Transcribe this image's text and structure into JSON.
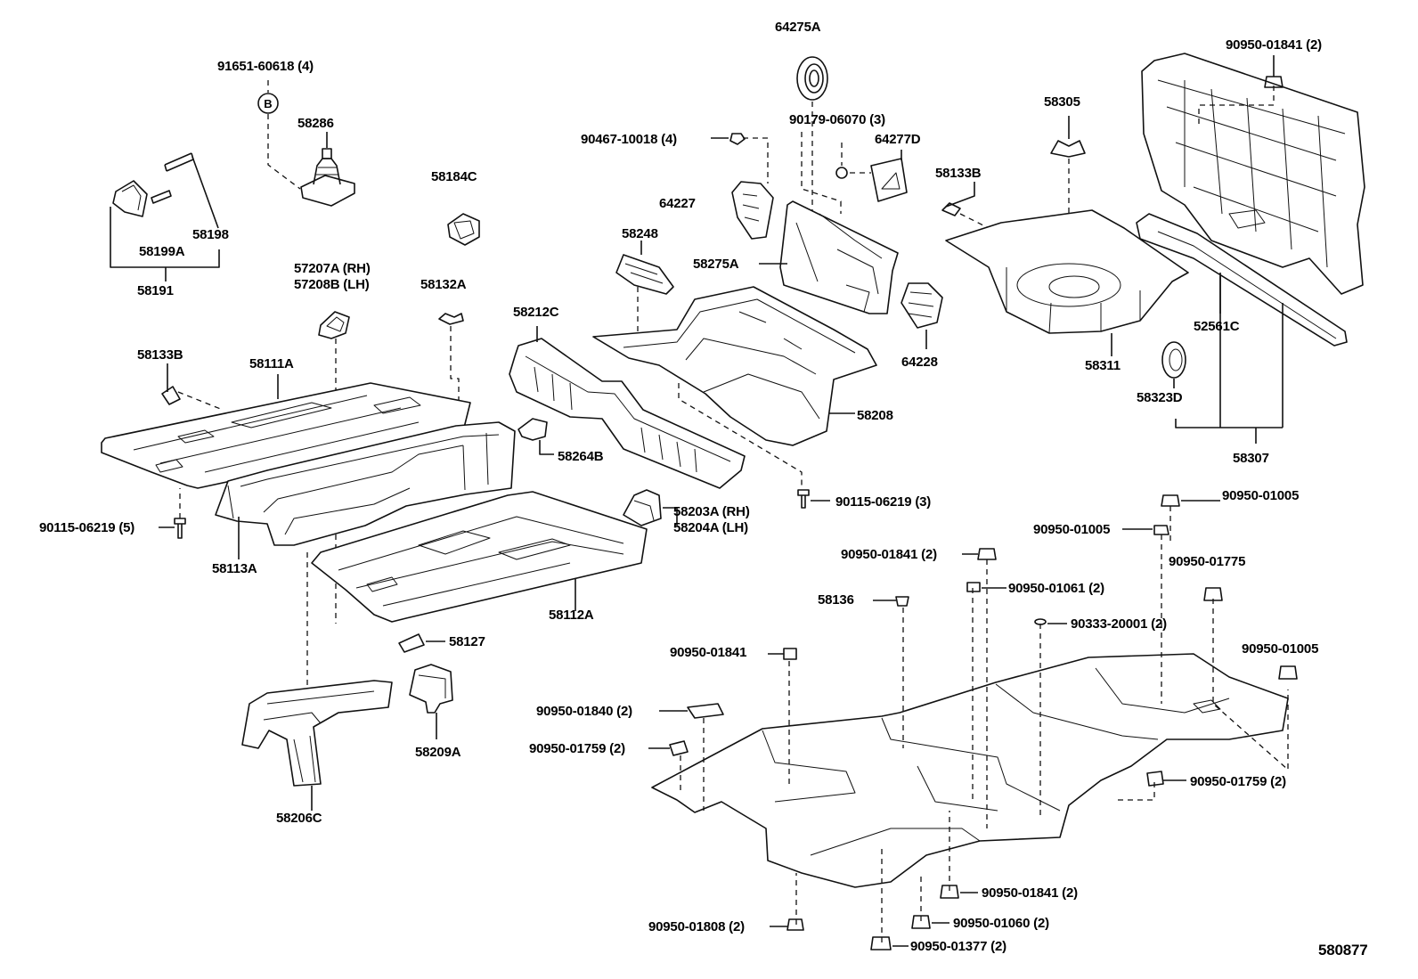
{
  "diagram": {
    "catalog_number": "580877",
    "callouts": [
      {
        "id": "c1",
        "text": "64275A"
      },
      {
        "id": "c2",
        "text": "90950-01841 (2)"
      },
      {
        "id": "c3",
        "text": "91651-60618 (4)"
      },
      {
        "id": "c4",
        "text": "58286"
      },
      {
        "id": "c5",
        "text": "58305"
      },
      {
        "id": "c6",
        "text": "90179-06070 (3)"
      },
      {
        "id": "c7",
        "text": "90467-10018 (4)"
      },
      {
        "id": "c8",
        "text": "64277D"
      },
      {
        "id": "c9",
        "text": "58184C"
      },
      {
        "id": "c10",
        "text": "58133B"
      },
      {
        "id": "c11",
        "text": "64227"
      },
      {
        "id": "c12",
        "text": "58198"
      },
      {
        "id": "c13",
        "text": "58199A"
      },
      {
        "id": "c14",
        "text": "58248"
      },
      {
        "id": "c15",
        "text": "58275A"
      },
      {
        "id": "c16",
        "text": "58191"
      },
      {
        "id": "c17",
        "text": "57207A (RH)"
      },
      {
        "id": "c18",
        "text": "57208B (LH)"
      },
      {
        "id": "c19",
        "text": "58132A"
      },
      {
        "id": "c20",
        "text": "58212C"
      },
      {
        "id": "c21",
        "text": "52561C"
      },
      {
        "id": "c22",
        "text": "58311"
      },
      {
        "id": "c23",
        "text": "58133B"
      },
      {
        "id": "c24",
        "text": "58111A"
      },
      {
        "id": "c25",
        "text": "64228"
      },
      {
        "id": "c26",
        "text": "58323D"
      },
      {
        "id": "c27",
        "text": "58208"
      },
      {
        "id": "c28",
        "text": "58307"
      },
      {
        "id": "c29",
        "text": "58264B"
      },
      {
        "id": "c30",
        "text": "90115-06219 (3)"
      },
      {
        "id": "c31",
        "text": "90950-01005"
      },
      {
        "id": "c32",
        "text": "58203A (RH)"
      },
      {
        "id": "c33",
        "text": "58204A (LH)"
      },
      {
        "id": "c34",
        "text": "90115-06219 (5)"
      },
      {
        "id": "c35",
        "text": "90950-01005"
      },
      {
        "id": "c36",
        "text": "58113A"
      },
      {
        "id": "c37",
        "text": "90950-01841 (2)"
      },
      {
        "id": "c38",
        "text": "90950-01775"
      },
      {
        "id": "c39",
        "text": "90950-01061 (2)"
      },
      {
        "id": "c40",
        "text": "58136"
      },
      {
        "id": "c41",
        "text": "58112A"
      },
      {
        "id": "c42",
        "text": "90333-20001 (2)"
      },
      {
        "id": "c43",
        "text": "58127"
      },
      {
        "id": "c44",
        "text": "90950-01841"
      },
      {
        "id": "c45",
        "text": "90950-01005"
      },
      {
        "id": "c46",
        "text": "90950-01840 (2)"
      },
      {
        "id": "c47",
        "text": "90950-01759 (2)"
      },
      {
        "id": "c48",
        "text": "58209A"
      },
      {
        "id": "c49",
        "text": "90950-01759 (2)"
      },
      {
        "id": "c50",
        "text": "58206C"
      },
      {
        "id": "c51",
        "text": "90950-01841 (2)"
      },
      {
        "id": "c52",
        "text": "90950-01060 (2)"
      },
      {
        "id": "c53",
        "text": "90950-01808 (2)"
      },
      {
        "id": "c54",
        "text": "90950-01377 (2)"
      }
    ],
    "circled_marker": "B"
  }
}
